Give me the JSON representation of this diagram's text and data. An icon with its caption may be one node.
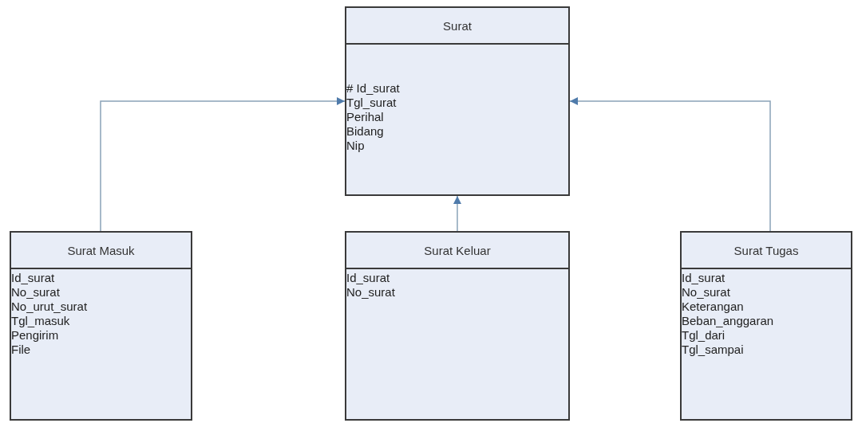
{
  "diagram": {
    "nodes": [
      {
        "text": [
          "Surat",
          "# Id_surat",
          "Tgl_surat",
          "Perihal",
          "Bidang",
          "Nip"
        ]
      },
      {
        "text": [
          "Surat Masuk",
          "Id_surat",
          "No_surat",
          "No_urut_surat",
          "Tgl_masuk",
          "Pengirim",
          "File"
        ]
      },
      {
        "text": [
          "Surat Keluar",
          "Id_surat",
          "No_surat"
        ]
      },
      {
        "text": [
          "Surat Tugas",
          "Id_surat",
          "No_surat",
          "Keterangan",
          "Beban_anggaran",
          "Tgl_dari",
          "Tgl_sampai"
        ]
      }
    ],
    "edges": [
      {
        "from": 1,
        "to": 0,
        "arrow": "to"
      },
      {
        "from": 2,
        "to": 0,
        "arrow": "to"
      },
      {
        "from": 3,
        "to": 0,
        "arrow": "to"
      }
    ]
  }
}
